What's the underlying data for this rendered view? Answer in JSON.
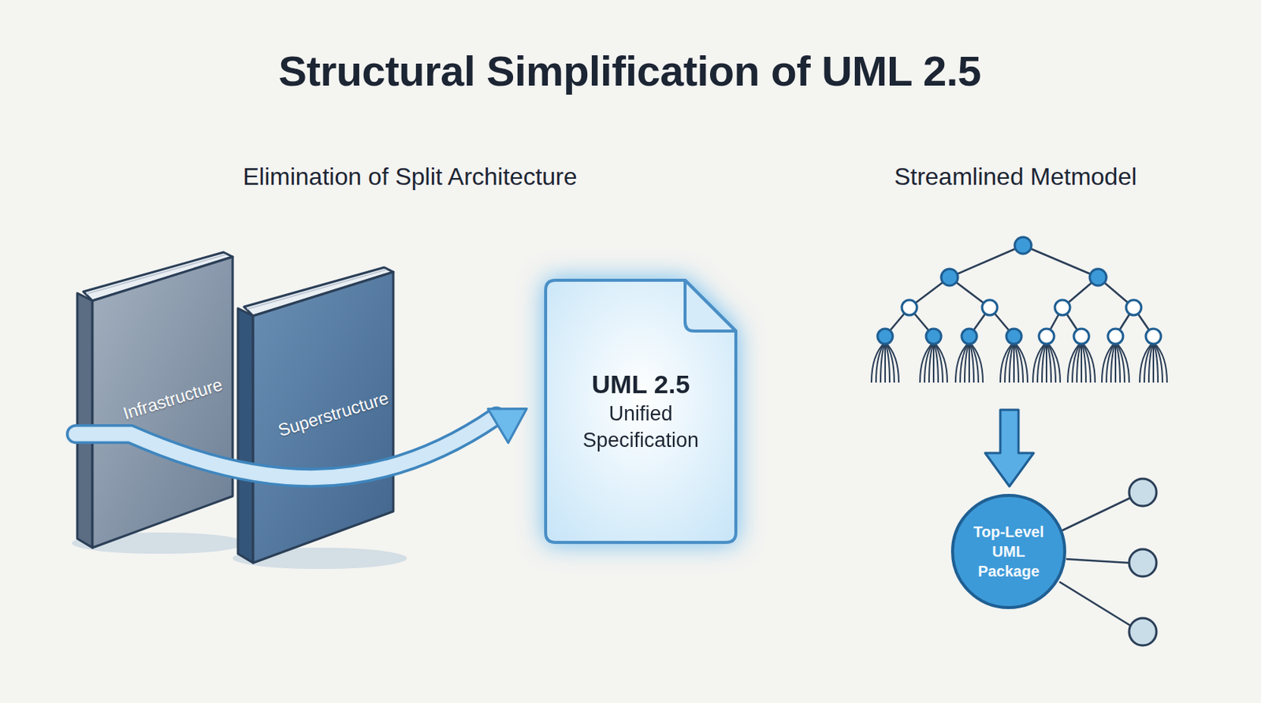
{
  "diagram": {
    "title": "Structural Simplification of UML 2.5",
    "nodes": [
      {
        "text": [
          "Infrastructure"
        ]
      },
      {
        "text": [
          "Superstructure"
        ]
      },
      {
        "text": [
          "UML 2.5",
          "Unified Specification"
        ]
      },
      {
        "text": [
          "Top-Level UML Package"
        ]
      }
    ],
    "edges": [
      {
        "from": 0,
        "to": 2,
        "arrow": "to"
      }
    ],
    "labels": [
      "Elimination of Split Architecture",
      "Streamlined Metmodel"
    ]
  }
}
